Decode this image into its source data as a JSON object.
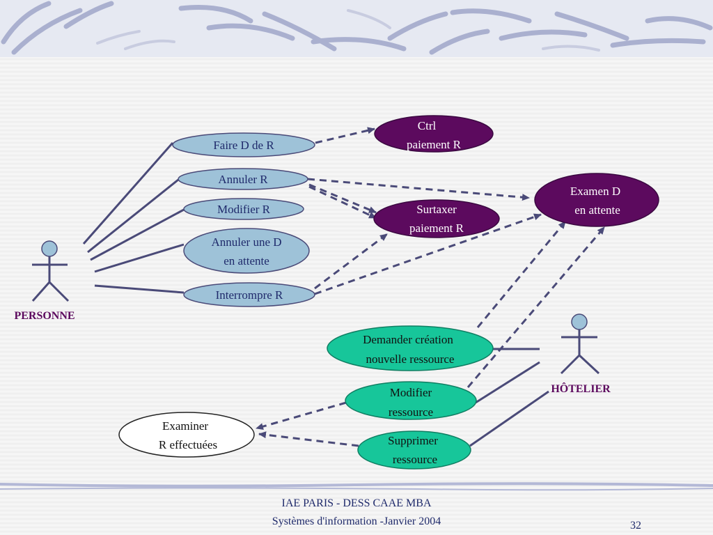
{
  "slide": {
    "footer_line1": "IAE PARIS - DESS CAAE MBA",
    "footer_line2": "Systèmes d'information -Janvier 2004",
    "page_number": "32"
  },
  "actors": {
    "personne": "PERSONNE",
    "hotelier": "HÔTELIER"
  },
  "use_cases": {
    "faire_d": "Faire D de R",
    "annuler_r": "Annuler R",
    "modifier_r": "Modifier R",
    "annuler_une_d": [
      "Annuler une D",
      "en attente"
    ],
    "interrompre_r": "Interrompre R",
    "ctrl_paiement": [
      "Ctrl",
      "paiement R"
    ],
    "surtaxer_paiement": [
      "Surtaxer",
      "paiement R"
    ],
    "examen_d": [
      "Examen D",
      "en attente"
    ],
    "demander_creation": [
      "Demander création",
      "nouvelle ressource"
    ],
    "modifier_ressource": [
      "Modifier",
      "ressource"
    ],
    "supprimer_ressource": [
      "Supprimer",
      "ressource"
    ],
    "examiner_r": [
      "Examiner",
      "R effectuées"
    ]
  },
  "colors": {
    "light_blue": "#9ec2d8",
    "purple": "#5c0a5e",
    "teal": "#17c69a",
    "white": "#ffffff",
    "line": "#4a4a78"
  }
}
